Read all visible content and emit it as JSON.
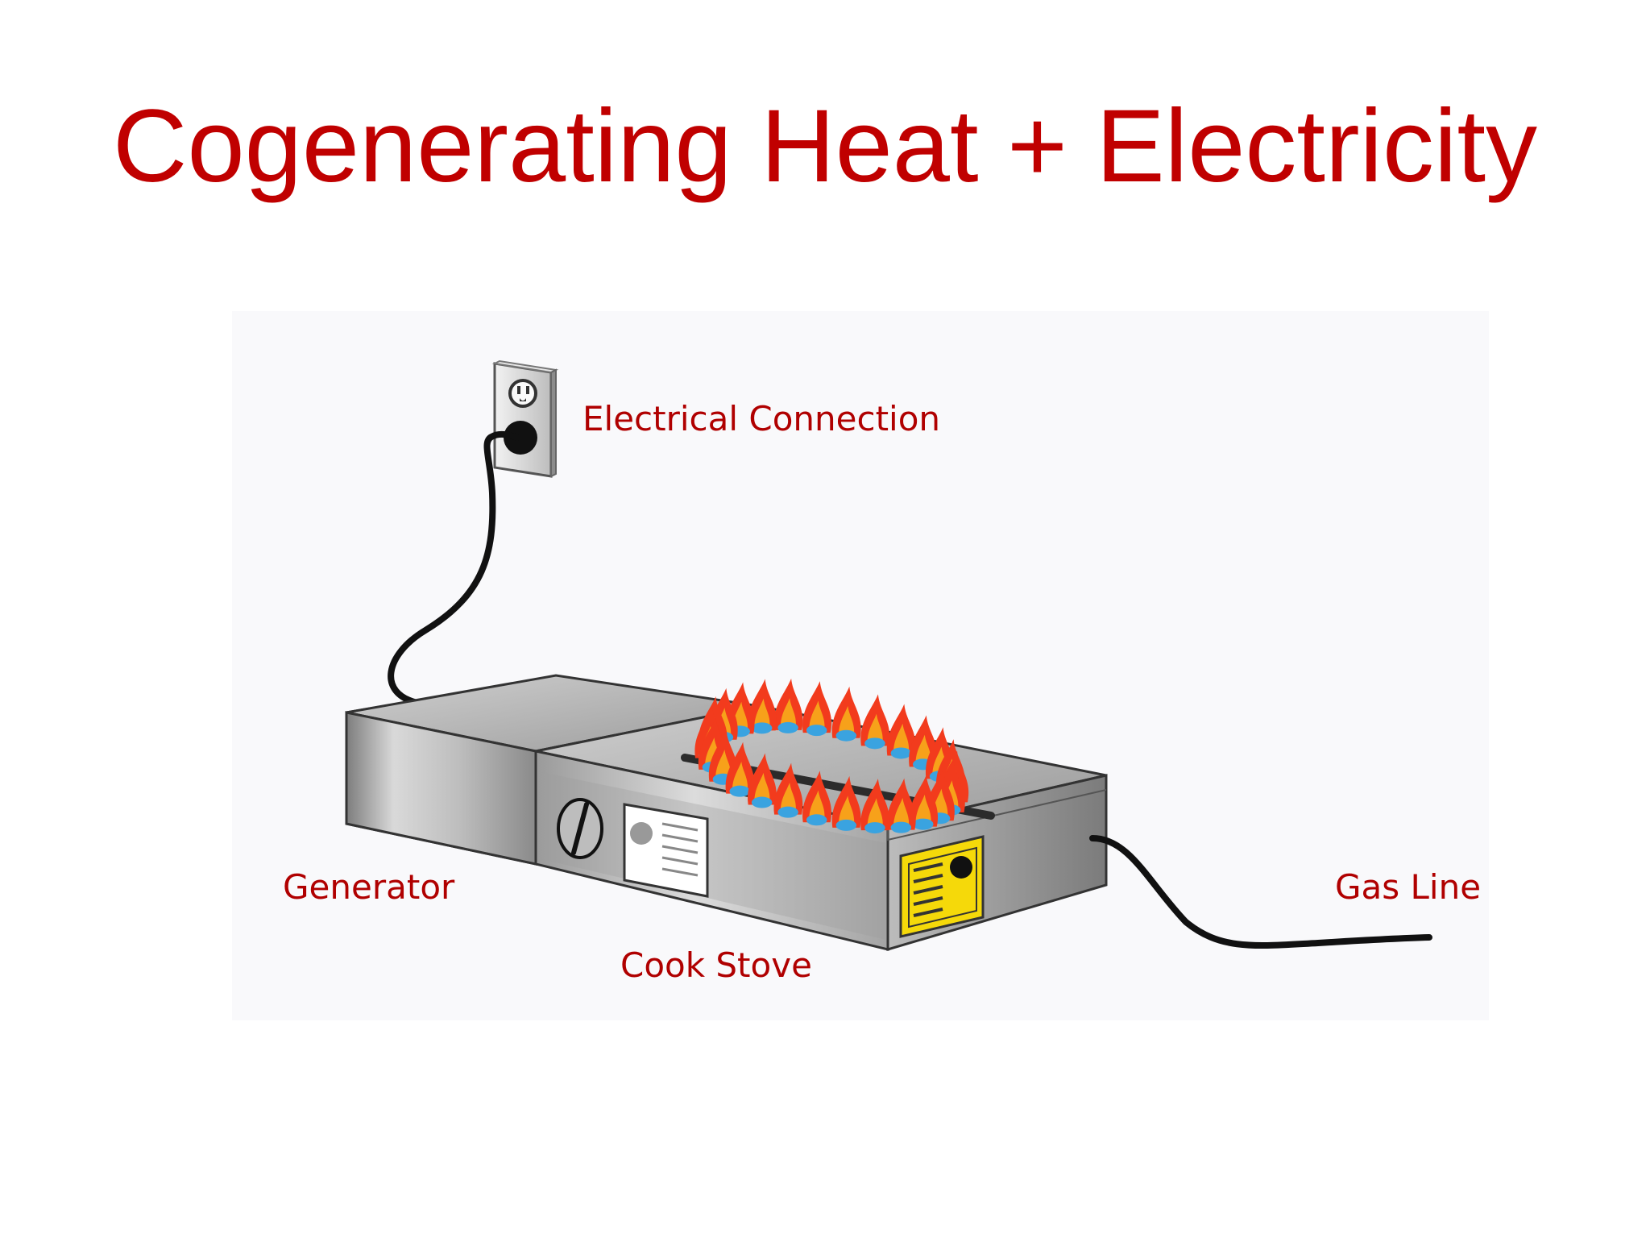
{
  "slide": {
    "title": "Cogenerating Heat + Electricity"
  },
  "diagram": {
    "labels": {
      "electrical_connection": "Electrical Connection",
      "generator": "Generator",
      "cook_stove": "Cook Stove",
      "gas_line": "Gas Line"
    },
    "colors": {
      "title": "#c00000",
      "label": "#b00000",
      "metal": "#a9a9a9",
      "warning_plate": "#f5d90a",
      "flame_outer": "#f23b1d",
      "flame_inner": "#f7a11a",
      "flame_base": "#3aa3e0"
    },
    "icons": [
      "wall-outlet-icon",
      "power-cord-icon",
      "generator-box-icon",
      "cook-stove-icon",
      "burner-flames-icon",
      "control-knob-icon",
      "info-plate-icon",
      "warning-plate-icon",
      "gas-line-icon"
    ]
  }
}
